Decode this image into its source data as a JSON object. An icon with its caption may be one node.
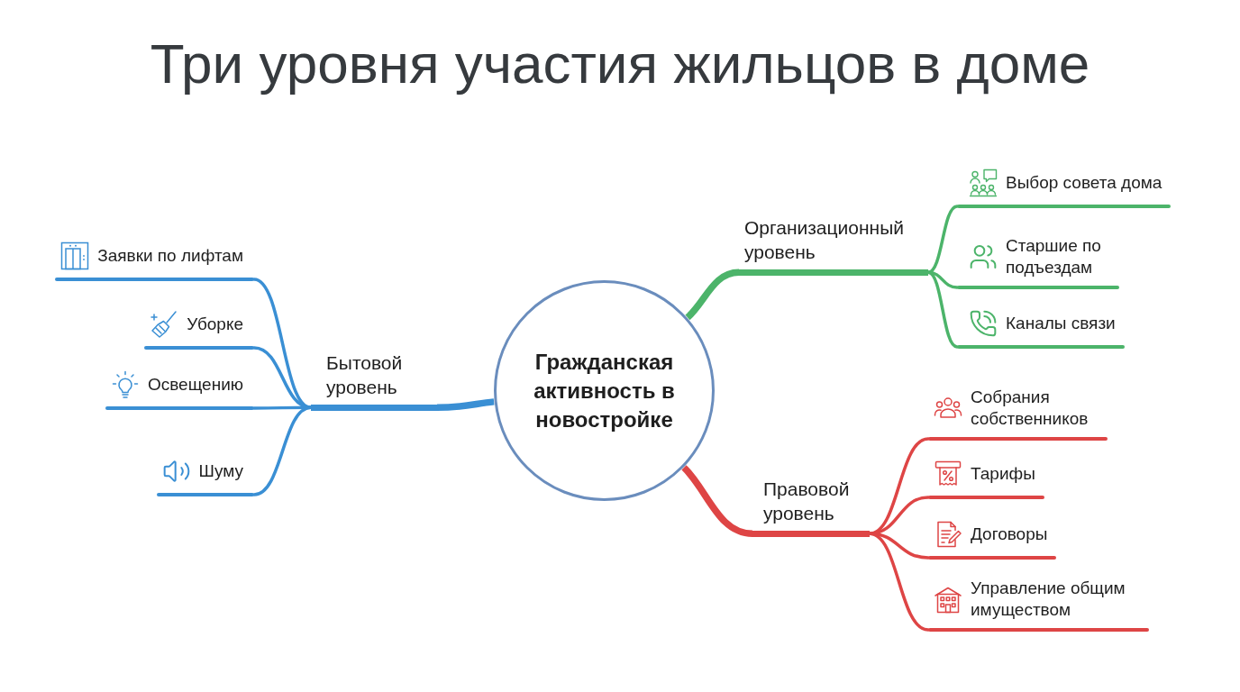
{
  "diagram": {
    "title": "Три уровня участия жильцов в доме",
    "nodes": [
      {
        "text": [
          "Гражданская активность в новостройке"
        ]
      },
      {
        "text": [
          "Бытовой уровень"
        ]
      },
      {
        "text": [
          "Заявки по лифтам"
        ]
      },
      {
        "text": [
          "Уборке"
        ]
      },
      {
        "text": [
          "Освещению"
        ]
      },
      {
        "text": [
          "Шуму"
        ]
      },
      {
        "text": [
          "Организационный уровень"
        ]
      },
      {
        "text": [
          "Выбор совета дома"
        ]
      },
      {
        "text": [
          "Старшие по подъездам"
        ]
      },
      {
        "text": [
          "Каналы связи"
        ]
      },
      {
        "text": [
          "Правовой уровень"
        ]
      },
      {
        "text": [
          "Собрания собственников"
        ]
      },
      {
        "text": [
          "Тарифы"
        ]
      },
      {
        "text": [
          "Договоры"
        ]
      },
      {
        "text": [
          "Управление общим имуществом"
        ]
      }
    ],
    "edges": [
      {
        "from": 0,
        "to": 1,
        "arrow": "none",
        "style": "thick",
        "color": "#3a8fd4"
      },
      {
        "from": 1,
        "to": 2,
        "arrow": "none",
        "color": "#3a8fd4"
      },
      {
        "from": 1,
        "to": 3,
        "arrow": "none",
        "color": "#3a8fd4"
      },
      {
        "from": 1,
        "to": 4,
        "arrow": "none",
        "color": "#3a8fd4"
      },
      {
        "from": 1,
        "to": 5,
        "arrow": "none",
        "color": "#3a8fd4"
      },
      {
        "from": 0,
        "to": 6,
        "arrow": "none",
        "style": "thick",
        "color": "#4cb46a"
      },
      {
        "from": 6,
        "to": 7,
        "arrow": "none",
        "color": "#4cb46a"
      },
      {
        "from": 6,
        "to": 8,
        "arrow": "none",
        "color": "#4cb46a"
      },
      {
        "from": 6,
        "to": 9,
        "arrow": "none",
        "color": "#4cb46a"
      },
      {
        "from": 0,
        "to": 10,
        "arrow": "none",
        "style": "thick",
        "color": "#de4545"
      },
      {
        "from": 10,
        "to": 11,
        "arrow": "none",
        "color": "#de4545"
      },
      {
        "from": 10,
        "to": 12,
        "arrow": "none",
        "color": "#de4545"
      },
      {
        "from": 10,
        "to": 13,
        "arrow": "none",
        "color": "#de4545"
      },
      {
        "from": 10,
        "to": 14,
        "arrow": "none",
        "color": "#de4545"
      }
    ]
  }
}
